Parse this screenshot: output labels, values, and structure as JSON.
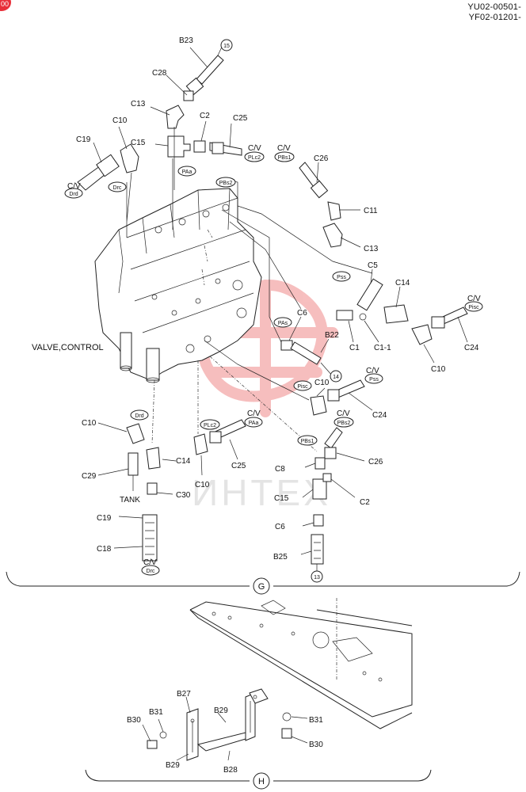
{
  "header": {
    "serial_1": "YU02-00501-",
    "serial_2": "YF02-01201-",
    "badge": "00"
  },
  "watermark": {
    "text": "ИНТЕХ"
  },
  "sections": {
    "g": "G",
    "h": "H"
  },
  "labels": {
    "valve_control": "VALVE,CONTROL",
    "tank": "TANK",
    "cv": "C/V",
    "b23": "B23",
    "c28": "C28",
    "c13a": "C13",
    "c2a": "C2",
    "c25a": "C25",
    "c10a": "C10",
    "c15a": "C15",
    "c19a": "C19",
    "c26a": "C26",
    "c11": "C11",
    "c13b": "C13",
    "c5": "C5",
    "c14a": "C14",
    "c6a": "C6",
    "b22": "B22",
    "c1": "C1",
    "c1_1": "C1-1",
    "c24a": "C24",
    "c10b": "C10",
    "c10c": "C10",
    "c24b": "C24",
    "c10d": "C10",
    "c14b": "C14",
    "c29": "C29",
    "c30": "C30",
    "c10e": "C10",
    "c25b": "C25",
    "c19b": "C19",
    "c18": "C18",
    "c8": "C8",
    "c26b": "C26",
    "c15b": "C15",
    "c2b": "C2",
    "c6b": "C6",
    "b25": "B25",
    "b27": "B27",
    "b31a": "B31",
    "b30a": "B30",
    "b29a": "B29",
    "b29b": "B29",
    "b28": "B28",
    "b31b": "B31",
    "b30b": "B30"
  },
  "ovals": {
    "drd": "Drd",
    "drc": "Drc",
    "paa": "PAa",
    "plc2": "PLc2",
    "pbs1": "PBs1",
    "pbs2": "PBs2",
    "pss": "Pss",
    "pisc": "Pisc",
    "pas": "PAs"
  },
  "circled": {
    "n15": "15",
    "n14": "14",
    "n13": "13"
  },
  "colors": {
    "ink": "#222222",
    "watermark": "#f08a8a"
  }
}
